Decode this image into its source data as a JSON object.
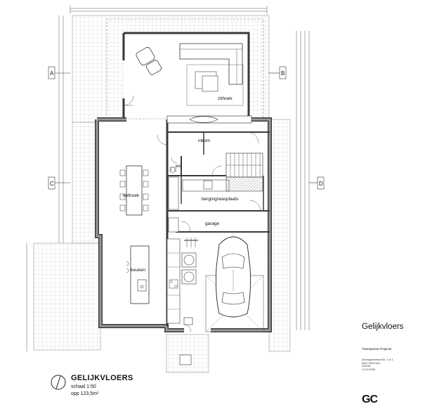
{
  "plan": {
    "rooms": {
      "zithoek": "zithoek",
      "inkom": "inkom",
      "wc": "wc",
      "eethoek": "eethoek",
      "berging": "berging/wasplaats",
      "garage": "garage",
      "keuken": "keuken"
    },
    "sections": {
      "a": "A",
      "b": "B",
      "c": "C",
      "d": "D"
    }
  },
  "legend": {
    "title": "GELIJKVLOERS",
    "scale": "schaal 1:50",
    "area": "opp 123,5m²"
  },
  "titleblock": {
    "title": "Gelijkvloers",
    "firm": "Transparent Projects",
    "address_lines": [
      "Zilverpijlenstraat 63 - Lot 1",
      "8310 Sint-Kruis",
      "230245",
      "14.10.2025"
    ],
    "logo": "GC"
  },
  "colors": {
    "wall": "#3a3a3a",
    "wall_fill": "#9a9a9a",
    "grid": "#c8c8c8",
    "line": "#444444"
  }
}
